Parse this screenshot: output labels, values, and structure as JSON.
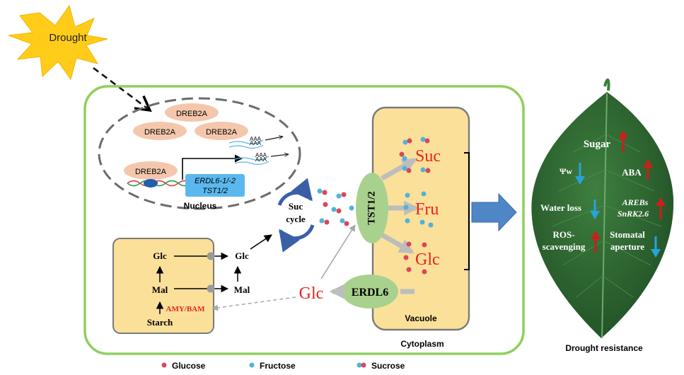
{
  "stress": {
    "label": "Drought"
  },
  "nucleus": {
    "label": "Nucleus",
    "dreb": [
      "DREB2A",
      "DREB2A",
      "DREB2A",
      "DREB2A"
    ],
    "genes": [
      "ERDL6-1/-2",
      "TST1/2"
    ],
    "polyA": [
      "AAA",
      "AAA",
      "AAA",
      "AAA"
    ]
  },
  "chloroplast": {
    "glc": "Glc",
    "mal": "Mal",
    "starch": "Starch",
    "enzyme": "AMY/BAM"
  },
  "cytoplasm": {
    "label": "Cytoplasm",
    "glc": "Glc",
    "mal": "Mal",
    "suc_cycle": [
      "Suc",
      "cycle"
    ],
    "glc_big": "Glc"
  },
  "vacuole": {
    "label": "Vacuole",
    "transporter": "TST1/2",
    "exporter": "ERDL6",
    "sugars": [
      "Suc",
      "Fru",
      "Glc"
    ]
  },
  "leaf": {
    "caption": "Drought resistance",
    "items": [
      {
        "text": "Sugar",
        "dir": "up"
      },
      {
        "text": "Ψw",
        "dir": "down"
      },
      {
        "text": "ABA",
        "dir": "up"
      },
      {
        "text": "Water loss",
        "dir": "down"
      },
      {
        "text": "AREBs",
        "dir": "up"
      },
      {
        "text": "SnRK2.6",
        "dir": "up"
      },
      {
        "text": "ROS-",
        "dir": "up"
      },
      {
        "text": "scavenging",
        "dir": "up"
      },
      {
        "text": "Stomatal",
        "dir": "down"
      },
      {
        "text": "aperture",
        "dir": "down"
      }
    ]
  },
  "legend": [
    "Glucose",
    "Fructose",
    "Sucrose"
  ],
  "colors": {
    "glucose": "#d9475a",
    "fructose": "#4fb3d9",
    "red_text": "#e8231b",
    "cell_border": "#8fcf5e",
    "vacuole_fill": "#fbe09a",
    "transporter_fill": "#a9d18e",
    "dreb_fill": "#f4c7ac",
    "gene_box": "#5bb8ee",
    "up_arrow": "#cc1f1a",
    "down_arrow": "#26a3dc",
    "leaf": "#2f6b34",
    "export_arrow": "#4f86c6"
  }
}
